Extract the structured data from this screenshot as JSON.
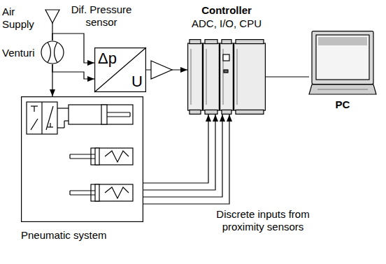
{
  "diagram": {
    "nodes": [
      {
        "text": [
          "Air Supply"
        ]
      },
      {
        "text": [
          "Venturi"
        ]
      },
      {
        "text": [
          "Dif. Pressure sensor",
          "Δp",
          "U"
        ]
      },
      {
        "text": [
          "Controller",
          "ADC, I/O, CPU"
        ]
      },
      {
        "text": [
          "PC"
        ]
      },
      {
        "text": [
          "Pneumatic system"
        ]
      }
    ],
    "edges": [
      {
        "from": 0,
        "to": 1,
        "arrow": "none"
      },
      {
        "from": 1,
        "to": 2,
        "arrow": "to"
      },
      {
        "from": 1,
        "to": 2,
        "arrow": "to"
      },
      {
        "from": 1,
        "to": 5,
        "arrow": "to"
      },
      {
        "from": 2,
        "to": 3,
        "arrow": "to"
      },
      {
        "from": 5,
        "to": 3,
        "arrow": "to"
      },
      {
        "from": 5,
        "to": 3,
        "arrow": "to"
      },
      {
        "from": 5,
        "to": 3,
        "arrow": "to"
      },
      {
        "from": 5,
        "to": 3,
        "arrow": "to"
      },
      {
        "from": 3,
        "to": 4,
        "arrow": "none"
      }
    ],
    "labels": [
      "Discrete inputs from proximity sensors"
    ]
  }
}
